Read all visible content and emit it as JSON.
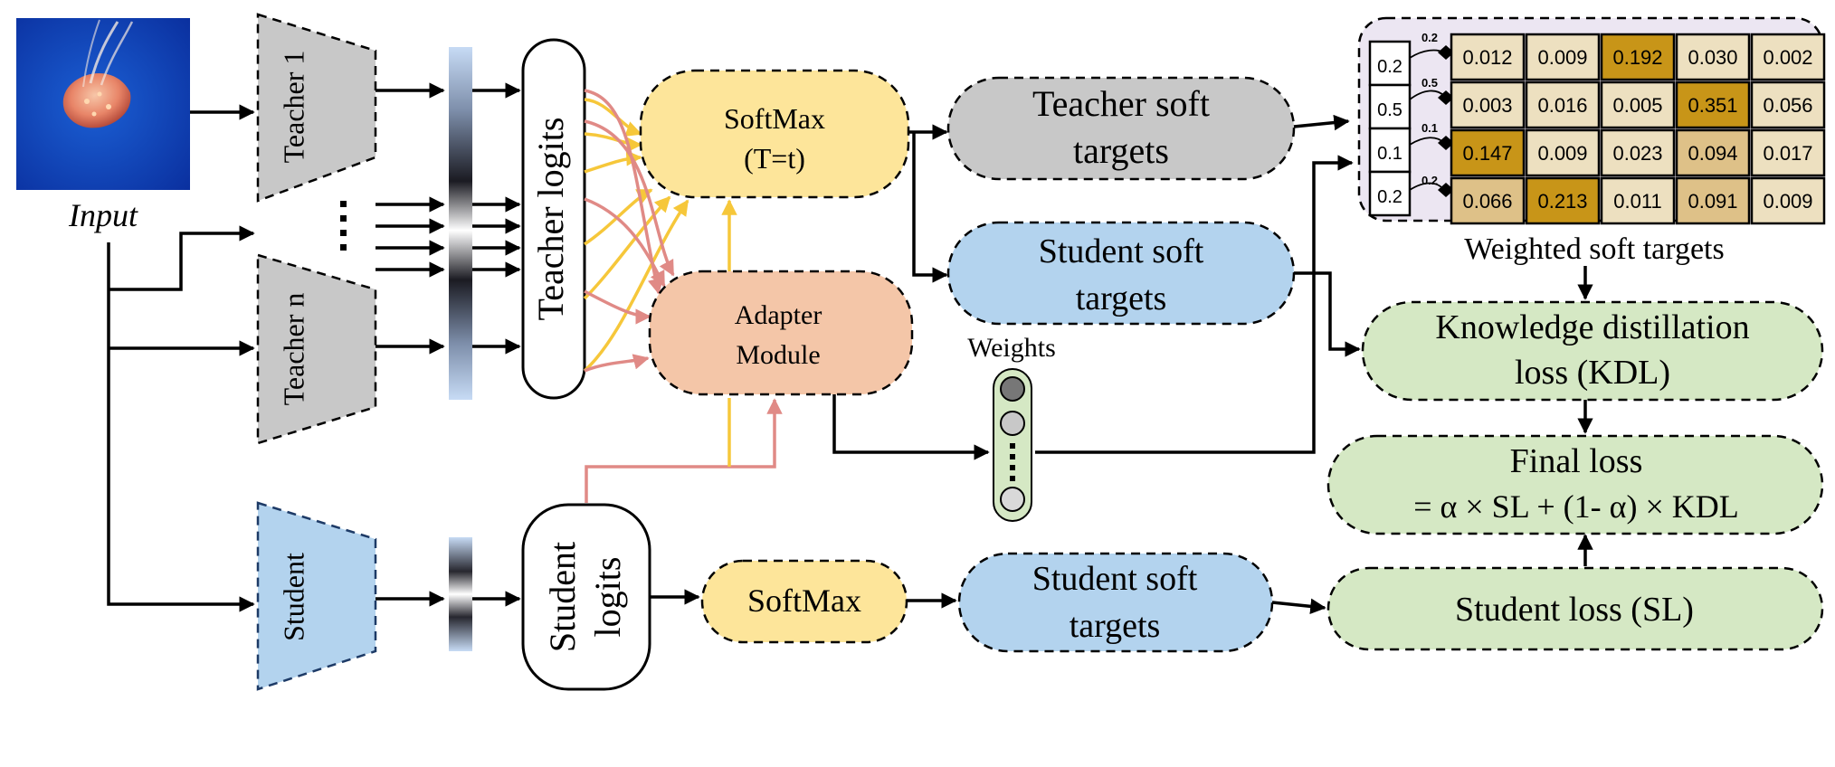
{
  "input": {
    "label": "Input",
    "image": "jellyfish-photo"
  },
  "teachers": {
    "first": "Teacher 1",
    "last": "Teacher n",
    "ellipsis": "⋮"
  },
  "student": {
    "label": "Student"
  },
  "teacher_logits": {
    "label": "Teacher logits"
  },
  "student_logits": {
    "line1": "Student",
    "line2": "logits"
  },
  "softmax_t": {
    "line1": "SoftMax",
    "line2": "(T=t)"
  },
  "adapter": {
    "line1": "Adapter",
    "line2": "Module"
  },
  "softmax": {
    "label": "SoftMax"
  },
  "teacher_soft_targets": {
    "line1": "Teacher soft",
    "line2": "targets"
  },
  "student_soft_targets_top": {
    "line1": "Student soft",
    "line2": "targets"
  },
  "student_soft_targets_bottom": {
    "line1": "Student soft",
    "line2": "targets"
  },
  "weights": {
    "label": "Weights"
  },
  "weighted_soft_targets": {
    "caption": "Weighted soft targets",
    "weights": [
      "0.2",
      "0.5",
      "0.1",
      "0.2"
    ],
    "connector_labels": [
      "0.2",
      "0.5",
      "0.1",
      "0.2"
    ],
    "rows": [
      [
        "0.012",
        "0.009",
        "0.192",
        "0.030",
        "0.002"
      ],
      [
        "0.003",
        "0.016",
        "0.005",
        "0.351",
        "0.056"
      ],
      [
        "0.147",
        "0.009",
        "0.023",
        "0.094",
        "0.017"
      ],
      [
        "0.066",
        "0.213",
        "0.011",
        "0.091",
        "0.009"
      ]
    ]
  },
  "kdl": {
    "line1": "Knowledge distillation",
    "line2": "loss (KDL)"
  },
  "final_loss": {
    "line1": "Final loss",
    "line2": "= α × SL + (1- α) × KDL"
  },
  "student_loss": {
    "label": "Student loss (SL)"
  },
  "colors": {
    "teacher_gray": "#c8c8c8",
    "student_blue": "#b3d3ee",
    "softmax_yellow": "#fde59a",
    "adapter_salmon": "#f4c6a8",
    "loss_green": "#d5e8c4",
    "weighted_panel": "#ece6f2",
    "cell_light": "#ede0c0",
    "cell_medium": "#dec188",
    "cell_dark": "#c89518",
    "arrow_yellow": "#f6c73a",
    "arrow_red": "#e08a86"
  }
}
